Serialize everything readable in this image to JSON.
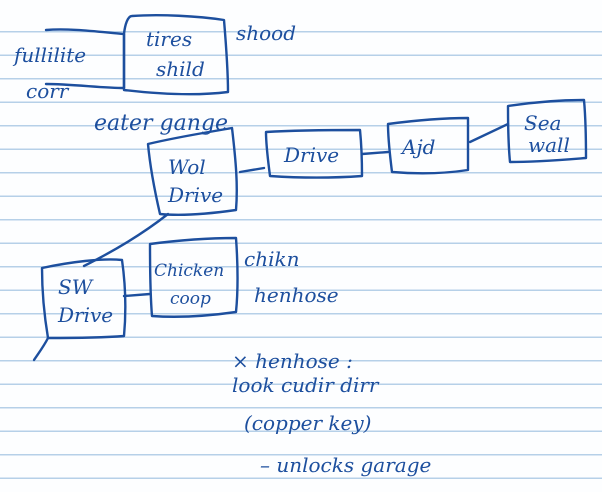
{
  "notes": {
    "top_box_left": [
      "fullilite",
      "corr"
    ],
    "top_box_right": [
      "tires",
      "shild"
    ],
    "top_right_annotation": "shood",
    "subtitle": "eater gange",
    "wol_drive": [
      "Wol",
      "Drive"
    ],
    "drive": "Drive",
    "ajd": "Ajd",
    "sea_wall": [
      "Sea",
      "wall"
    ],
    "sw_drive": [
      "SW",
      "Drive"
    ],
    "chicken_coop": [
      "Chicken",
      "coop"
    ],
    "notes_list": [
      "chikn",
      "henhose",
      "× henhose :",
      "look cudir dirr",
      "(copper key)",
      "– unlocks garage"
    ]
  }
}
